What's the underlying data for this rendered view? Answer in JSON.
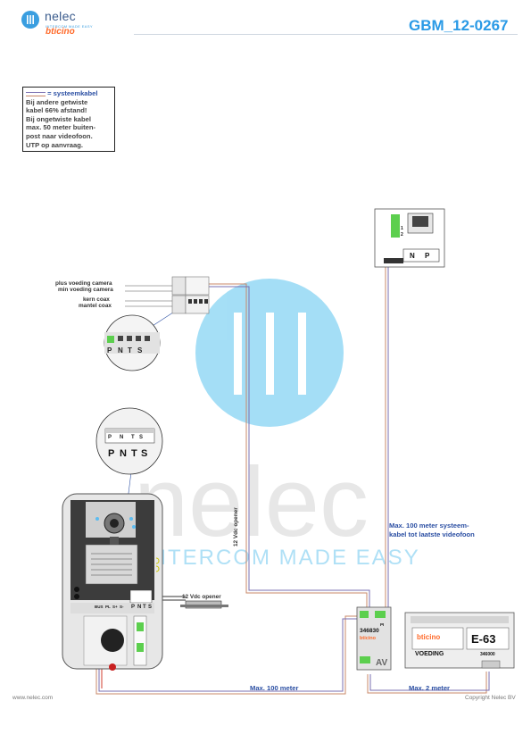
{
  "header": {
    "logo_name": "nelec",
    "logo_tagline": "INTERCOM MADE EASY",
    "logo_brand": "bticino",
    "doc_code": "GBM_12-0267"
  },
  "note": {
    "legend": "= systeemkabel",
    "lines": [
      "Bij andere getwiste",
      "kabel 66% afstand!",
      "Bij ongetwiste kabel",
      "max. 50 meter buiten-",
      "post naar videofoon.",
      "UTP op aanvraag."
    ]
  },
  "camera_labels": {
    "plus": "plus voeding camera",
    "min": "min voeding camera",
    "kern": "kern coax",
    "mantel": "mantel coax"
  },
  "terminals": {
    "p": "P",
    "n": "N",
    "t": "T",
    "s": "S",
    "bus": "BUS",
    "pl": "PL",
    "sp": "S+",
    "sm": "S-",
    "pi": "PI",
    "one": "1",
    "two": "2"
  },
  "opener": {
    "horizontal": "12 Vdc opener",
    "vertical": "12 Vdc opener"
  },
  "interface": {
    "model": "346830",
    "brand": "bticino",
    "type": "AV"
  },
  "power_supply": {
    "brand": "bticino",
    "model_label": "E-63",
    "name": "VOEDING",
    "code": "346000"
  },
  "distances": {
    "system_cable": "Max. 100 meter systeem-",
    "system_cable_line2": "kabel tot laatste videofoon",
    "bottom_left": "Max. 100 meter",
    "bottom_right": "Max. 2 meter"
  },
  "watermark": {
    "name": "nelec",
    "tagline": "INTERCOM MADE EASY"
  },
  "footer": {
    "website": "www.nelec.com",
    "copyright": "Copyright Nelec BV"
  },
  "colors": {
    "accent_blue": "#2a9ae6",
    "label_blue": "#2b4fa3",
    "brand_orange": "#ff6a2a",
    "terminal_green": "#5ccf4e",
    "wire_red": "#d23c2c",
    "wire_blue": "#3a5fb8"
  }
}
